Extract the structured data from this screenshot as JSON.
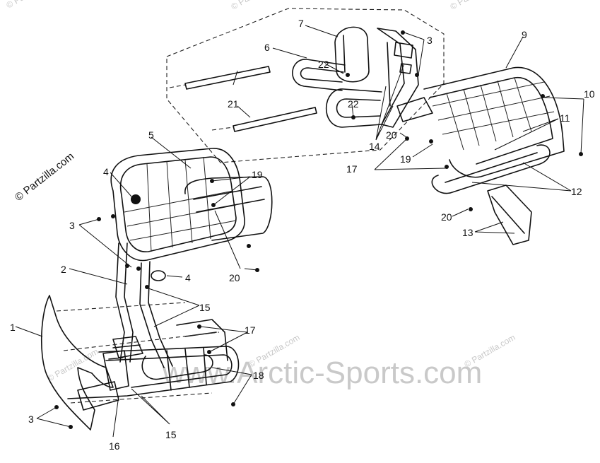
{
  "watermarks": {
    "main": "www.Arctic-Sports.com",
    "rotated": "© Partzilla.com",
    "small": "© Partzilla.com"
  },
  "callouts": [
    {
      "id": "c1",
      "text": "1"
    },
    {
      "id": "c2",
      "text": "2"
    },
    {
      "id": "c3a",
      "text": "3"
    },
    {
      "id": "c3b",
      "text": "3"
    },
    {
      "id": "c3c",
      "text": "3"
    },
    {
      "id": "c4a",
      "text": "4"
    },
    {
      "id": "c4b",
      "text": "4"
    },
    {
      "id": "c5",
      "text": "5"
    },
    {
      "id": "c6",
      "text": "6"
    },
    {
      "id": "c7",
      "text": "7"
    },
    {
      "id": "c9",
      "text": "9"
    },
    {
      "id": "c10",
      "text": "10"
    },
    {
      "id": "c11",
      "text": "11"
    },
    {
      "id": "c12",
      "text": "12"
    },
    {
      "id": "c13",
      "text": "13"
    },
    {
      "id": "c14",
      "text": "14"
    },
    {
      "id": "c15a",
      "text": "15"
    },
    {
      "id": "c15b",
      "text": "15"
    },
    {
      "id": "c16",
      "text": "16"
    },
    {
      "id": "c17a",
      "text": "17"
    },
    {
      "id": "c17b",
      "text": "17"
    },
    {
      "id": "c18",
      "text": "18"
    },
    {
      "id": "c19a",
      "text": "19"
    },
    {
      "id": "c19b",
      "text": "19"
    },
    {
      "id": "c20a",
      "text": "20"
    },
    {
      "id": "c20b",
      "text": "20"
    },
    {
      "id": "c20c",
      "text": "20"
    },
    {
      "id": "c21",
      "text": "21"
    },
    {
      "id": "c22a",
      "text": "22"
    },
    {
      "id": "c22b",
      "text": "22"
    }
  ]
}
